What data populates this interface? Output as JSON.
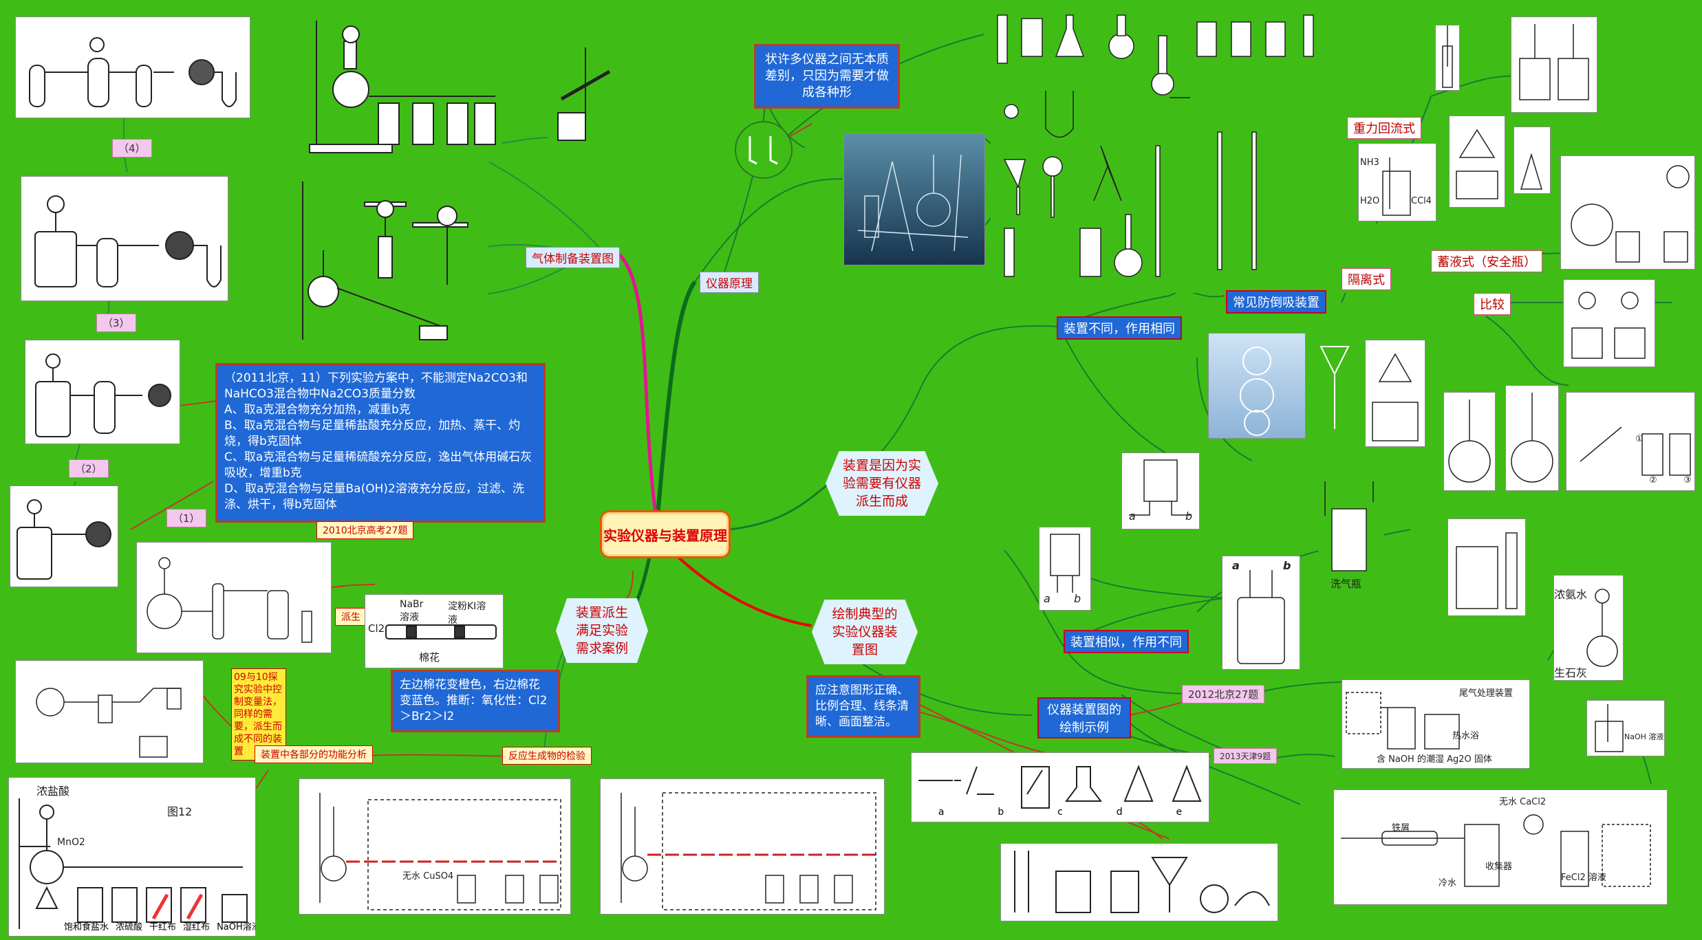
{
  "center_title": "实验仪器与装置原理",
  "branches": {
    "gas_prep": "气体制备装置图",
    "instrument_principle": "仪器原理",
    "derived_cases": "装置派生满足实验需求案例",
    "drawing": "绘制典型的实验仪器装置图",
    "derived_need": "装置是因为实验需要有仪器派生而成"
  },
  "notes": {
    "instrument_note": "状许多仪器之间无本质差别，只因为需要才做成各种形",
    "question": "（2011北京，11）下列实验方案中，不能测定Na2CO3和NaHCO3混合物中Na2CO3质量分数\nA、取a克混合物充分加热，减重b克\nB、取a克混合物与足量稀盐酸充分反应，加热、蒸干、灼烧，得b克固体\nC、取a克混合物与足量稀硫酸充分反应，逸出气体用碱石灰吸收，增重b克\nD、取a克混合物与足量Ba(OH)2溶液充分反应，过滤、洗涤、烘干，得b克固体",
    "chlorine_note": "左边棉花变橙色，右边棉花变蓝色。推断：氧化性：Cl2＞Br2＞I2",
    "drawing_note": "应注意图形正确、比例合理、线条清晰、画面整洁。",
    "exam_note": "09与10探究实验中控制变量法，同样的需要，派生而成不同的装置"
  },
  "labels": {
    "l4": "（4）",
    "l3": "（3）",
    "l2": "（2）",
    "l1": "（1）",
    "beijing2010": "2010北京高考27题",
    "derive": "派生",
    "partial_analysis": "装置中各部分的功能分析",
    "product_check": "反应生成物的检验",
    "common_antisuck": "常见防倒吸装置",
    "diff_same": "装置不同，作用相同",
    "similar_diff": "装置相似，作用不同",
    "gravity": "重力回流式",
    "isolation": "隔离式",
    "reservoir": "蓄液式（安全瓶）",
    "compare": "比较",
    "drawing_example": "仪器装置图的绘制示例",
    "beijing2012": "2012北京27题",
    "tianjin2013": "2013天津9题",
    "wash_bottle": "洗气瓶",
    "ammonia": "浓氨水",
    "lime": "生石灰",
    "tail_gas": "尾气处理装置",
    "hot_water": "热水浴",
    "ag2o": "含 NaOH 的潮湿 Ag2O 固体",
    "naoh_sol": "NaOH 溶液",
    "conc_hcl": "浓盐酸",
    "fig12": "图12",
    "mno2": "MnO2",
    "nabr": "NaBr溶液",
    "starch_ki": "淀粉KI溶液",
    "cotton": "棉花",
    "cl2": "Cl2",
    "anhydrous_cuso4": "无水 CuSO4",
    "cold_water": "冷水",
    "collector": "收集器",
    "fecl2": "FeCl2 溶液",
    "iron": "铁屑",
    "cacl2": "无水 CaCl2",
    "nh3": "NH3",
    "h2o": "H2O",
    "ccl4": "CCl4",
    "bottom_reagents": [
      "饱和食盐水",
      "浓硫酸",
      "干红布",
      "湿红布",
      "NaOH溶液"
    ],
    "seq_letters": [
      "a",
      "b",
      "c",
      "d",
      "e"
    ],
    "circle_nums": [
      "①",
      "②",
      "③"
    ],
    "ab_a": "a",
    "ab_b": "b"
  }
}
